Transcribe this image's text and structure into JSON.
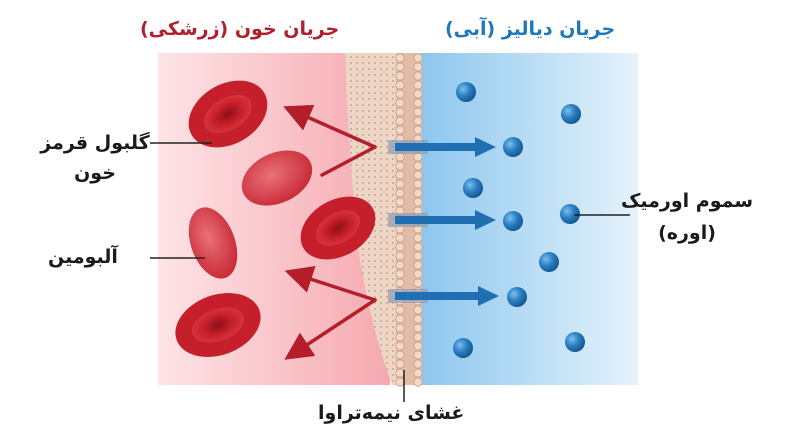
{
  "header": {
    "blood_flow_title": "جریان خون (زرشکی)",
    "dialysate_flow_title": "جریان دیالیز (آبی)"
  },
  "labels": {
    "red_blood_cell": "گلبول قرمز خون",
    "albumin": "آلبومین",
    "uremic_toxins": "سموم اورمیک (اوره)",
    "membrane": "غشای نیمه‌تراوا"
  },
  "colors": {
    "blood_side": "#f7b7bd",
    "dialysate_side": "#a9d4f1",
    "red_cell": "#c8202b",
    "toxin_particle": "#2c83c4",
    "arrow_red": "#b41d2a",
    "arrow_blue": "#1f6fb2",
    "membrane": "#e9c9b4"
  }
}
